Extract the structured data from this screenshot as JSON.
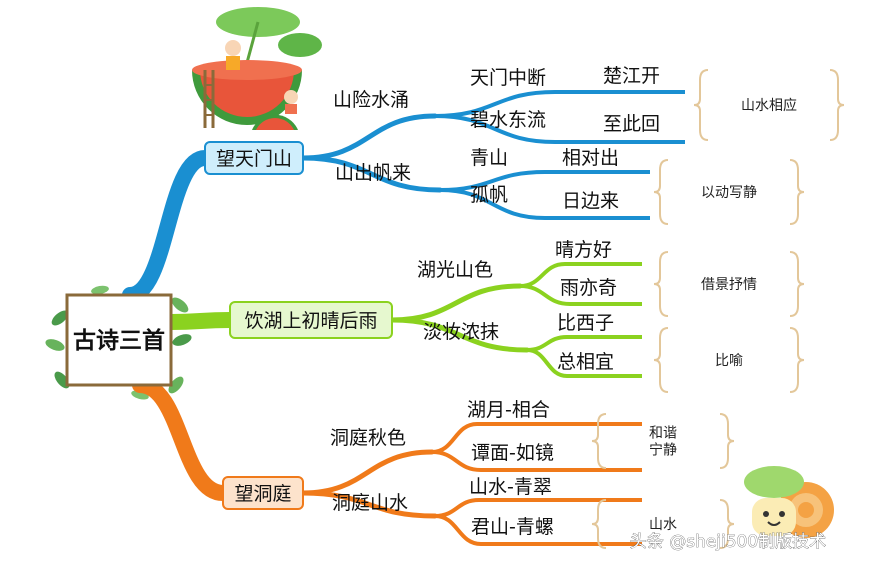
{
  "root": "古诗三首",
  "poems": [
    {
      "title": "望天门山",
      "color": "#1a8fd1",
      "box_fill": "#cfeefc",
      "box_stroke": "#1a8fd1",
      "groups": [
        {
          "label": "山险水涌",
          "leaves": [
            [
              "天门中断",
              "楚江开"
            ],
            [
              "碧水东流",
              "至此回"
            ]
          ],
          "note": "山水相应"
        },
        {
          "label": "山出帆来",
          "leaves": [
            [
              "青山",
              "相对出"
            ],
            [
              "孤帆",
              "日边来"
            ]
          ],
          "note": "以动写静"
        }
      ]
    },
    {
      "title": "饮湖上初晴后雨",
      "color": "#8bd21f",
      "box_fill": "#e6f8cf",
      "box_stroke": "#8bd21f",
      "groups": [
        {
          "label": "湖光山色",
          "leaves": [
            "晴方好",
            "雨亦奇"
          ],
          "note": "借景抒情"
        },
        {
          "label": "淡妆浓抹",
          "leaves": [
            "比西子",
            "总相宜"
          ],
          "note": "比喻"
        }
      ]
    },
    {
      "title": "望洞庭",
      "color": "#f07a1a",
      "box_fill": "#fde3cc",
      "box_stroke": "#f07a1a",
      "groups": [
        {
          "label": "洞庭秋色",
          "leaves": [
            "湖月-相合",
            "谭面-如镜"
          ],
          "note": [
            "和谐",
            "宁静"
          ]
        },
        {
          "label": "洞庭山水",
          "leaves": [
            "山水-青翠",
            "君山-青螺"
          ],
          "note": [
            "山水"
          ]
        }
      ]
    }
  ],
  "watermark": "头条 @sheji500制版技术",
  "icons": [
    "watermelon-illustration-icon",
    "snail-illustration-icon",
    "leaf-wreath-icon"
  ]
}
